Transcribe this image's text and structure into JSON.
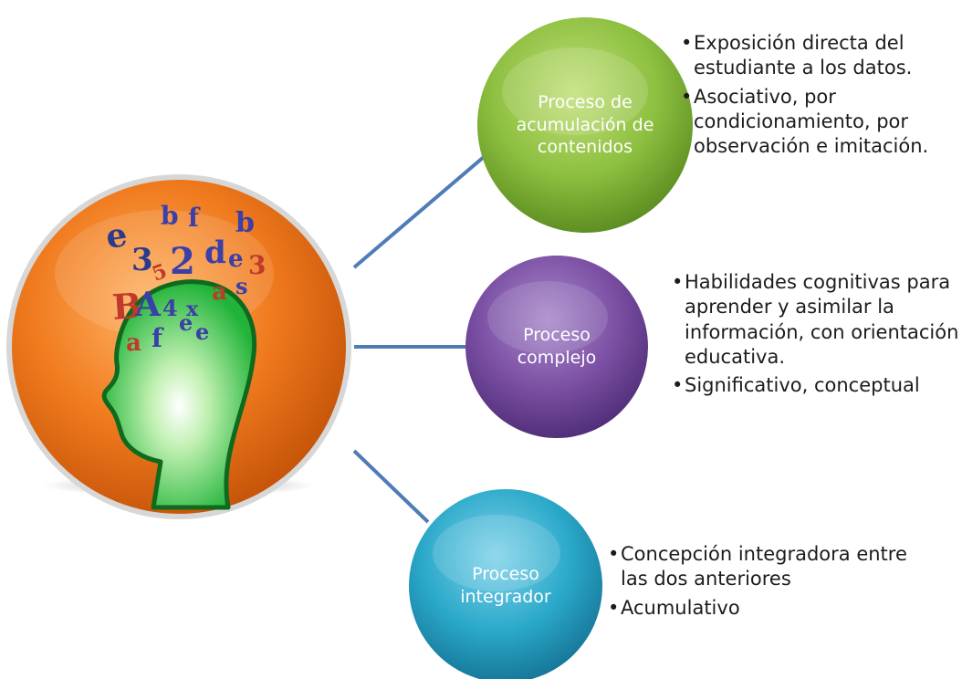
{
  "center": {
    "icon": "head-with-letters-icon",
    "letters": [
      {
        "text": "e",
        "color": "#2b3a8c"
      },
      {
        "text": "b",
        "color": "#3b3fa8"
      },
      {
        "text": "f",
        "color": "#3b3fa8"
      },
      {
        "text": "b",
        "color": "#3b3fa8"
      },
      {
        "text": "3",
        "color": "#2b3a8c"
      },
      {
        "text": "5",
        "color": "#c0392b"
      },
      {
        "text": "2",
        "color": "#3b3fa8"
      },
      {
        "text": "d",
        "color": "#3b3fa8"
      },
      {
        "text": "e",
        "color": "#3b3fa8"
      },
      {
        "text": "3",
        "color": "#c0392b"
      },
      {
        "text": "B",
        "color": "#c0392b"
      },
      {
        "text": "A",
        "color": "#3b3fa8"
      },
      {
        "text": "a",
        "color": "#c0392b"
      },
      {
        "text": "s",
        "color": "#3b3fa8"
      },
      {
        "text": "4",
        "color": "#3b3fa8"
      },
      {
        "text": "x",
        "color": "#3b3fa8"
      },
      {
        "text": "a",
        "color": "#c0392b"
      },
      {
        "text": "f",
        "color": "#3b3fa8"
      },
      {
        "text": "e",
        "color": "#3b3fa8"
      },
      {
        "text": "e",
        "color": "#3b3fa8"
      }
    ]
  },
  "nodes": [
    {
      "label": "Proceso de acumulación de contenidos",
      "color": "#8cbf3f",
      "bullets": [
        "Exposición directa del estudiante a los datos.",
        "Asociativo, por condicionamiento, por observación e imitación."
      ]
    },
    {
      "label": "Proceso complejo",
      "color": "#7a4ea3",
      "bullets": [
        "Habilidades cognitivas para aprender y asimilar la información, con orientación educativa.",
        "Significativo, conceptual"
      ]
    },
    {
      "label": "Proceso integrador",
      "color": "#2aa8c9",
      "bullets": [
        "Concepción integradora entre las dos anteriores",
        "Acumulativo"
      ]
    }
  ]
}
